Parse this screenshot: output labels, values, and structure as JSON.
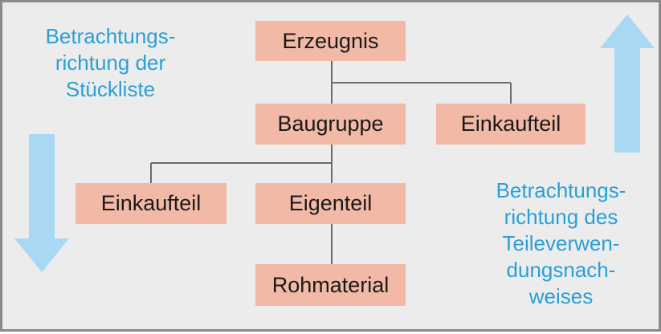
{
  "colors": {
    "node_fill": "#f2b9a6",
    "arrow_fill": "#a8d8f4",
    "caption_text": "#2a9fd8",
    "connector": "#6b6b6b",
    "background": "#ececec"
  },
  "left_caption": "Betrachtungs-\nrichtung der\nStückliste",
  "right_caption": "Betrachtungs-\nrichtung des\nTeileverwen-\ndungsnach-\nweises",
  "nodes": {
    "erzeugnis": "Erzeugnis",
    "baugruppe": "Baugruppe",
    "einkaufteil_top": "Einkaufteil",
    "einkaufteil_left": "Einkaufteil",
    "eigenteil": "Eigenteil",
    "rohmaterial": "Rohmaterial"
  },
  "arrows": {
    "left": "down-arrow-icon",
    "right": "up-arrow-icon"
  }
}
